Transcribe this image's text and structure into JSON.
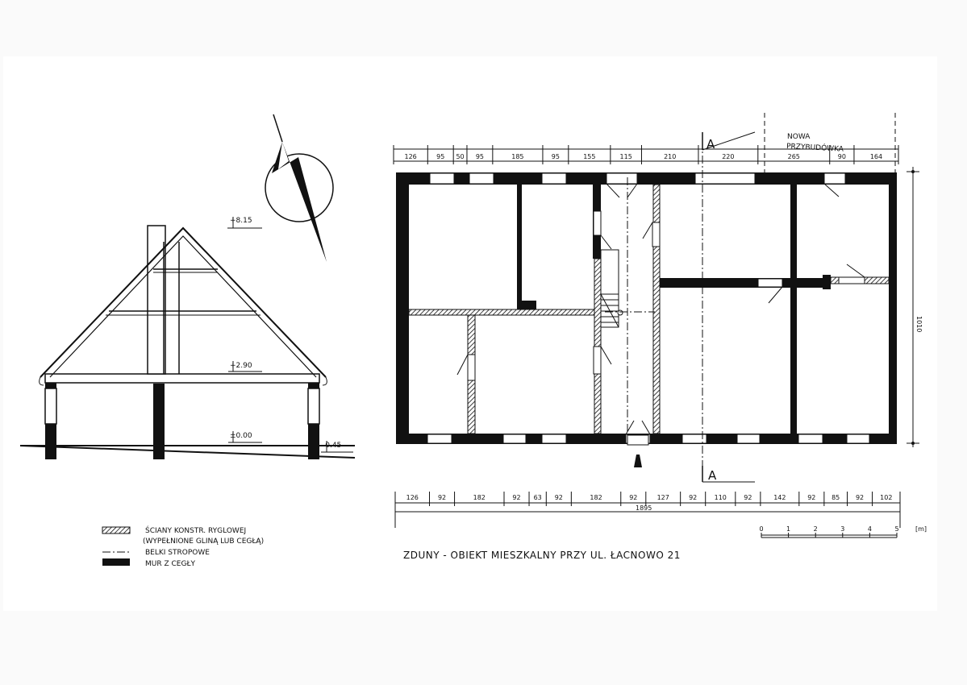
{
  "plan": {
    "section_marker": "A",
    "annex_label_line1": "NOWA",
    "annex_label_line2": "PRZYBUDÓWKA",
    "top_dims": [
      "126",
      "95",
      "50",
      "95",
      "185",
      "95",
      "155",
      "115",
      "210",
      "220",
      "265",
      "90",
      "164"
    ],
    "bottom_dims": [
      "126",
      "92",
      "182",
      "92",
      "63",
      "92",
      "182",
      "92",
      "127",
      "92",
      "110",
      "92",
      "142",
      "92",
      "85",
      "92",
      "102"
    ],
    "total_length": "1895",
    "depth": "1010"
  },
  "section": {
    "level_top": "+8.15",
    "level_wall": "+2.90",
    "level_floor": "±0.00",
    "level_ground": "-0.45"
  },
  "scale": {
    "ticks": [
      "0",
      "1",
      "2",
      "3",
      "4",
      "5"
    ],
    "unit": "[m]"
  },
  "legend": {
    "items": [
      {
        "label": "ŚCIANY KONSTR. RYGLOWEJ"
      },
      {
        "label": "(WYPEŁNIONE GLINĄ LUB CEGŁĄ)"
      },
      {
        "label": "BELKI STROPOWE"
      },
      {
        "label": "MUR Z CEGŁY"
      }
    ]
  },
  "title": "ZDUNY - OBIEKT MIESZKALNY PRZY UL. ŁACNOWO 21",
  "colors": {
    "ink": "#111111",
    "paper": "#fafafa",
    "frame": "#ffffff"
  }
}
